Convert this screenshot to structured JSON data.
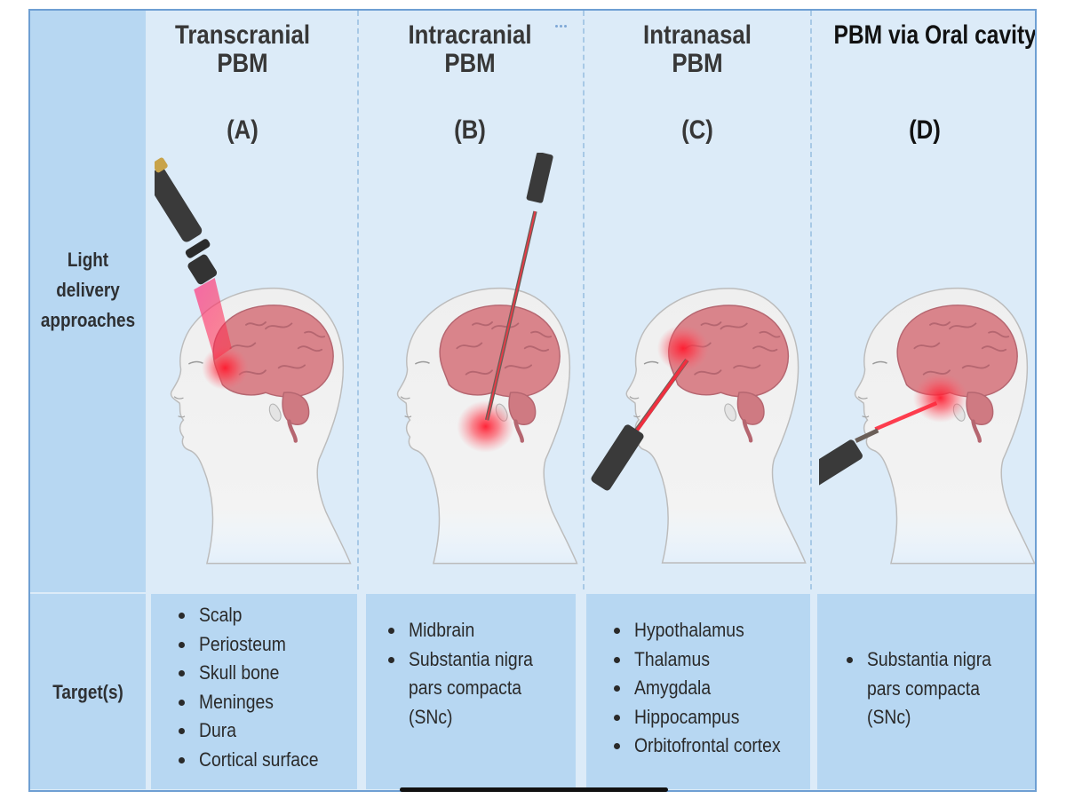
{
  "row_labels": {
    "light_delivery": [
      "Light",
      "delivery",
      "approaches"
    ],
    "targets": "Target(s)"
  },
  "approaches": [
    {
      "title": [
        "Transcranial",
        "PBM"
      ],
      "letter": "(A)"
    },
    {
      "title": [
        "Intracranial",
        "PBM"
      ],
      "letter": "(B)"
    },
    {
      "title": [
        "Intranasal",
        "PBM"
      ],
      "letter": "(C)"
    },
    {
      "title": [
        "PBM via Oral cavity"
      ],
      "letter": "(D)"
    }
  ],
  "targets": [
    [
      "Scalp",
      "Periosteum",
      "Skull bone",
      "Meninges",
      "Dura",
      "Cortical surface"
    ],
    [
      "Midbrain",
      "Substantia nigra",
      "pars compacta",
      "(SNc)"
    ],
    [
      "Hypothalamus",
      "Thalamus",
      "Amygdala",
      "Hippocampus",
      "Orbitofrontal cortex"
    ],
    [
      "Substantia nigra",
      "pars compacta",
      "(SNc)"
    ]
  ],
  "colors": {
    "background": "#dcebf8",
    "label_boxes": "#b7d7f2",
    "border": "#6e9fd3",
    "laser_red": "#ff2a3d",
    "brain": "#d9848b",
    "device": "#3a3a3a"
  },
  "icons": [
    "laser-probe-icon",
    "optical-fiber-icon",
    "brain-icon",
    "head-profile-icon"
  ]
}
